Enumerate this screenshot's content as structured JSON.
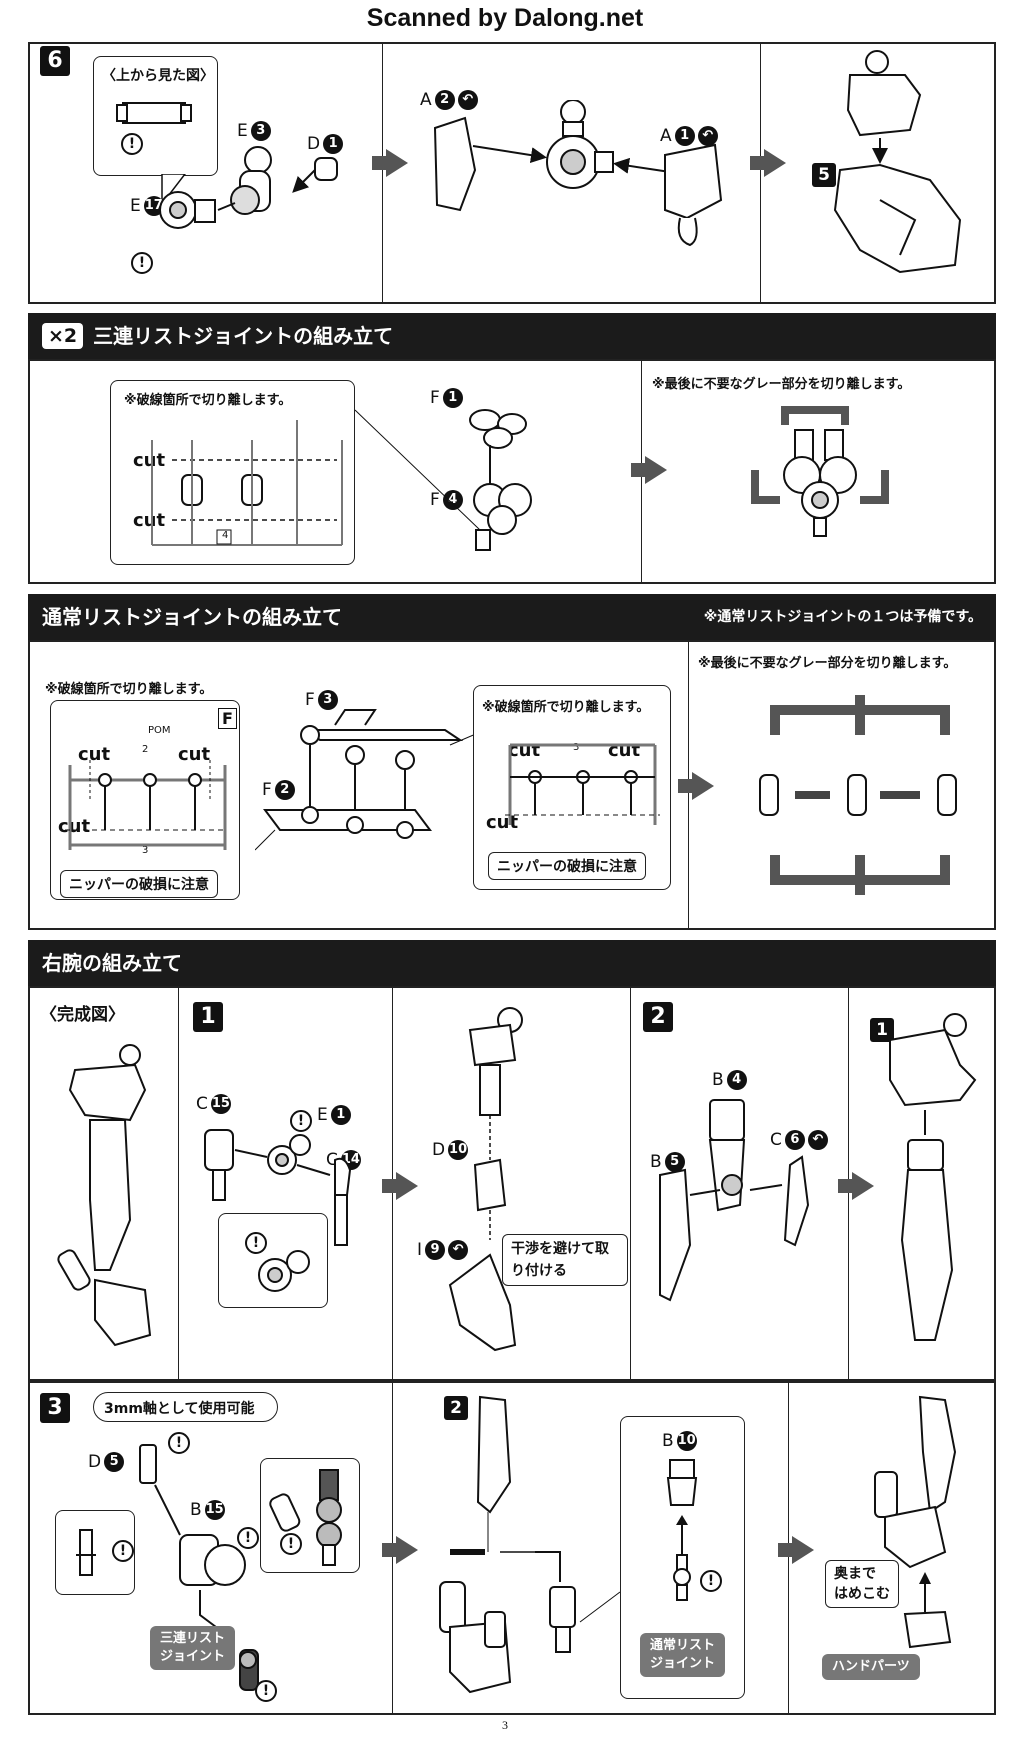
{
  "watermark": "Scanned by Dalong.net",
  "step6": {
    "step": "6",
    "top_view_label": "〈上から見た図〉",
    "parts": {
      "e3": "E",
      "e3n": "3",
      "d1": "D",
      "d1n": "1",
      "e17": "E",
      "e17n": "17",
      "a2": "A",
      "a2n": "2",
      "a1": "A",
      "a1n": "1",
      "s5": "5"
    }
  },
  "triple": {
    "badge": "×2",
    "title": "三連リストジョイントの組み立て",
    "note_cut": "※破線箇所で切り離します。",
    "note_grey": "※最後に不要なグレー部分を切り離します。",
    "cut1": "cut",
    "cut2": "cut",
    "runner_no": "4",
    "f1": "F",
    "f1n": "1",
    "f4": "F",
    "f4n": "4"
  },
  "normal": {
    "title": "通常リストジョイントの組み立て",
    "spare_note": "※通常リストジョイントの１つは予備です。",
    "note_cut_left": "※破線箇所で切り離します。",
    "note_cut_right": "※破線箇所で切り離します。",
    "note_grey": "※最後に不要なグレー部分を切り離します。",
    "runner_letter": "F",
    "pom": "POM",
    "r2": "2",
    "r3a": "3",
    "r3b": "3",
    "cut_a": "cut",
    "cut_b": "cut",
    "cut_c": "cut",
    "cut_d": "cut",
    "cut_e": "cut",
    "cut_f": "cut",
    "warn_left": "ニッパーの破損に注意",
    "warn_right": "ニッパーの破損に注意",
    "f3": "F",
    "f3n": "3",
    "f2": "F",
    "f2n": "2"
  },
  "right_arm": {
    "title": "右腕の組み立て",
    "complete": "〈完成図〉",
    "step1": "1",
    "step2": "2",
    "step2_sub1": "1",
    "c15": "C",
    "c15n": "15",
    "e1": "E",
    "e1n": "1",
    "c14": "C",
    "c14n": "14",
    "d10": "D",
    "d10n": "10",
    "i9": "I",
    "i9n": "9",
    "avoid_note": "干渉を避けて取り付ける",
    "b4": "B",
    "b4n": "4",
    "b5": "B",
    "b5n": "5",
    "c6": "C",
    "c6n": "6"
  },
  "step3": {
    "step": "3",
    "sub2": "2",
    "axis_note": "3mm軸として使用可能",
    "d5": "D",
    "d5n": "5",
    "b15": "B",
    "b15n": "15",
    "b10": "B",
    "b10n": "10",
    "triple_tag": "三連リスト\nジョイント",
    "normal_tag": "通常リスト\nジョイント",
    "push_note": "奥まで\nはめこむ",
    "hand_tag": "ハンドパーツ"
  },
  "page_number": "3"
}
